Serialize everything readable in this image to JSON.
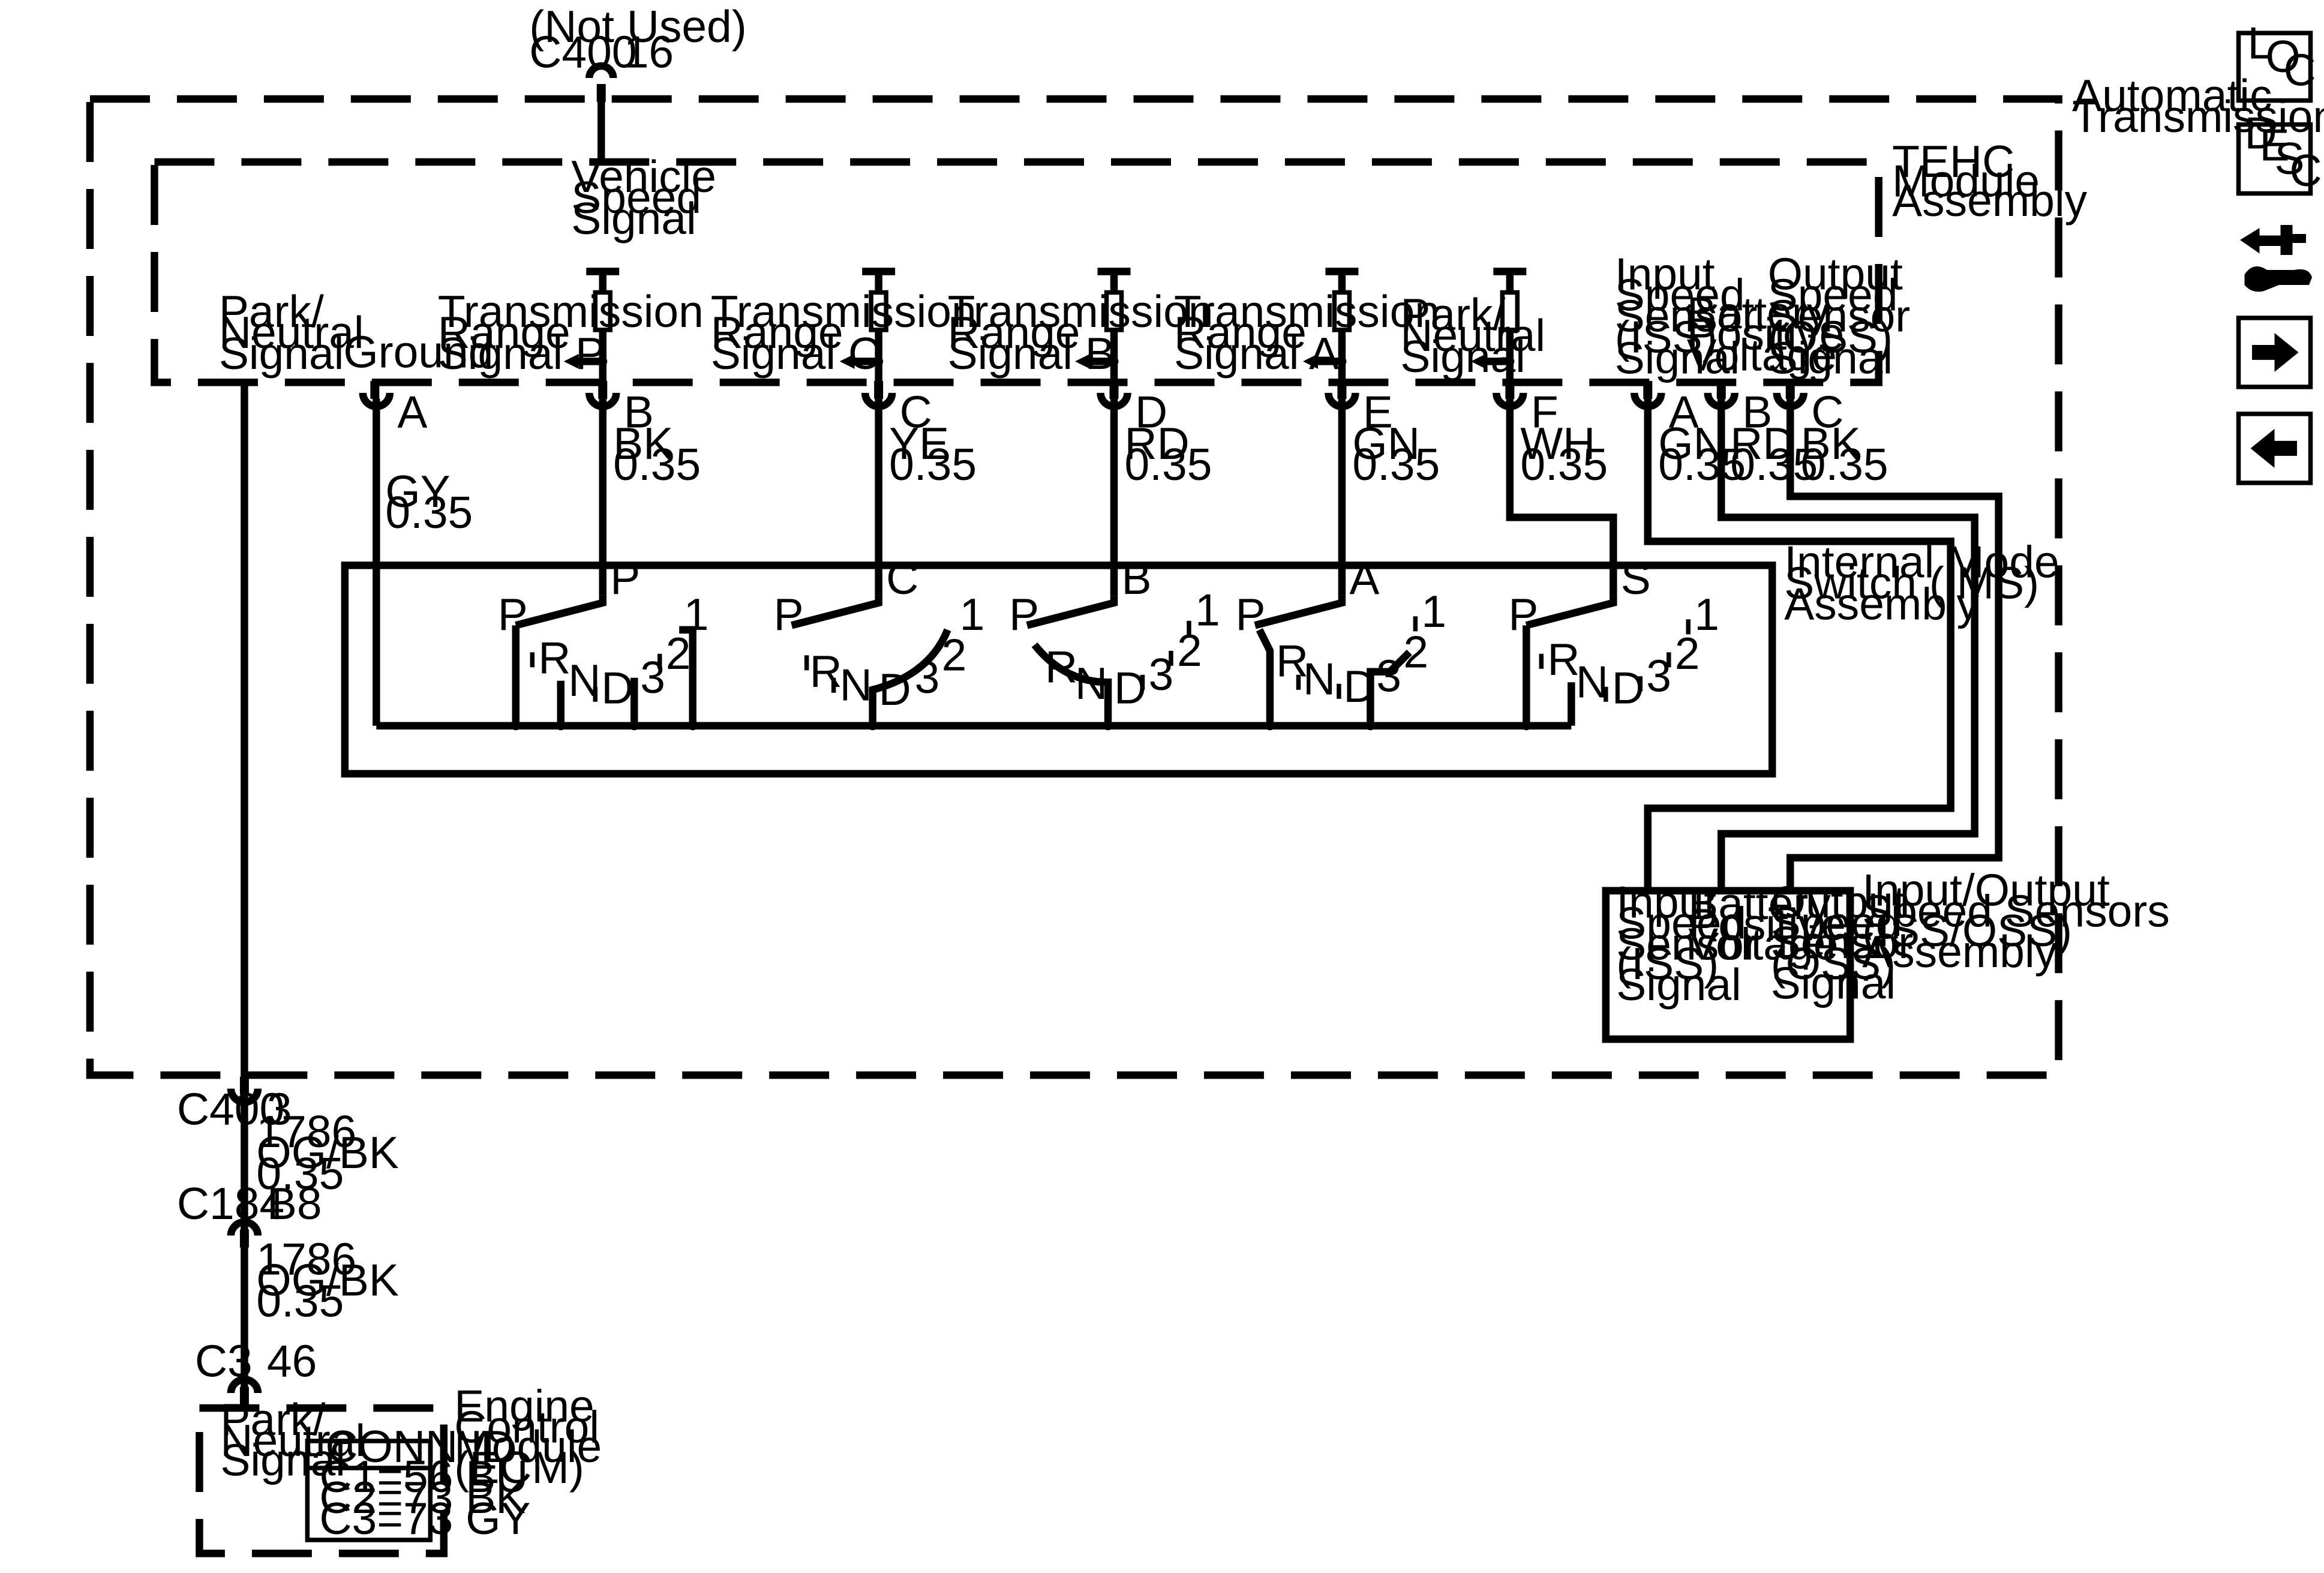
{
  "colors": {
    "ink": "#000000",
    "background": "#ffffff"
  },
  "nav": {
    "loc": {
      "l": "L",
      "o": "O",
      "c": "C",
      "icon": "loc-icon"
    },
    "desc": {
      "d": "D",
      "e": "E",
      "s": "S",
      "c": "C",
      "icon": "desc-icon"
    },
    "wrench": {
      "icon": "connector-tool-icon"
    },
    "next": {
      "icon": "arrow-right-icon"
    },
    "prev": {
      "icon": "arrow-left-icon"
    }
  },
  "top_connector": {
    "note": "(Not Used)",
    "name": "C400",
    "pin": "16"
  },
  "automatic_transmission": {
    "l1": "Automatic",
    "l2": "Transmission"
  },
  "tehc": {
    "l1": "TEHC",
    "l2": "Module",
    "l3": "Assembly"
  },
  "vss": {
    "l1": "Vehicle",
    "l2": "Speed",
    "l3": "Signal"
  },
  "pns_left": {
    "l1": "Park/",
    "l2": "Neutral",
    "l3": "Signal"
  },
  "ground": "Ground",
  "tr_p": {
    "l1": "Transmission",
    "l2": "Range",
    "l3": "Signal P"
  },
  "tr_c": {
    "l1": "Transmission",
    "l2": "Range",
    "l3": "Signal C"
  },
  "tr_b": {
    "l1": "Transmission",
    "l2": "Range",
    "l3": "Signal B"
  },
  "tr_a": {
    "l1": "Transmission",
    "l2": "Range",
    "l3": "Signal A"
  },
  "pns_right": {
    "l1": "Park/",
    "l2": "Neutral",
    "l3": "Signal"
  },
  "iss_top": {
    "l1": "Input",
    "l2": "Speed",
    "l3": "Sensor",
    "l4": "(ISS)",
    "l5": "Signal"
  },
  "bpv_top": {
    "l1": "Battery",
    "l2": "Positive",
    "l3": "Voltage"
  },
  "oss_top": {
    "l1": "Output",
    "l2": "Speed",
    "l3": "Sensor",
    "l4": "(OSS)",
    "l5": "Signal"
  },
  "pins": {
    "a": "A",
    "b": "B",
    "c": "C",
    "d": "D",
    "e": "E",
    "f": "F",
    "a2": "A",
    "b2": "B",
    "c2": "C"
  },
  "wires": {
    "gy": {
      "color": "GY",
      "size": "0.35"
    },
    "bk": {
      "color": "BK",
      "size": "0.35"
    },
    "ye": {
      "color": "YE",
      "size": "0.35"
    },
    "rd": {
      "color": "RD",
      "size": "0.35"
    },
    "gn": {
      "color": "GN",
      "size": "0.35"
    },
    "wh": {
      "color": "WH",
      "size": "0.35"
    },
    "gn2": {
      "color": "GN",
      "size": "0.35"
    },
    "rd2": {
      "color": "RD",
      "size": "0.35"
    },
    "bk2": {
      "color": "BK",
      "size": "0.35"
    }
  },
  "ims": {
    "l1": "Internal Mode",
    "l2": "Switch (IMS)",
    "l3": "Assembly"
  },
  "sw": {
    "pivot_p": "P",
    "pivot_c": "C",
    "pivot_b": "B",
    "pivot_a": "A",
    "pivot_s": "S",
    "P": "P",
    "R": "R",
    "N": "N",
    "D": "D",
    "one": "1",
    "two": "2",
    "three": "3"
  },
  "speed_assy": {
    "l1": "Input/Output",
    "l2": "Speed Sensors",
    "l3": "(ISS/OSS)",
    "l4": "Assembly"
  },
  "iss_box": {
    "l1": "Input",
    "l2": "Speed",
    "l3": "Sensor",
    "l4": "(ISS)",
    "l5": "Signal"
  },
  "bpv_box": {
    "l1": "Battery",
    "l2": "Positive",
    "l3": "Voltage"
  },
  "oss_box": {
    "l1": "Output",
    "l2": "Speed",
    "l3": "Sensor",
    "l4": "(OSS)",
    "l5": "Signal"
  },
  "c400_bottom": {
    "name": "C400",
    "pin": "3",
    "circuit": "1786",
    "color": "OG/BK",
    "size": "0.35"
  },
  "c184": {
    "name": "C184",
    "pin": "B8",
    "circuit": "1786",
    "color": "OG/BK",
    "size": "0.35"
  },
  "c3": {
    "name": "C3",
    "pin": "46"
  },
  "ecm": {
    "l1": "Engine",
    "l2": "Control",
    "l3": "Module",
    "l4": "(ECM)"
  },
  "ecm_pns": {
    "l1": "Park/",
    "l2": "Neutral",
    "l3": "Signal"
  },
  "conn_id": {
    "title": "CONN ID",
    "c1": "C1=56 BU",
    "c2": "C2=73 BK",
    "c3": "C3=73 GY"
  }
}
